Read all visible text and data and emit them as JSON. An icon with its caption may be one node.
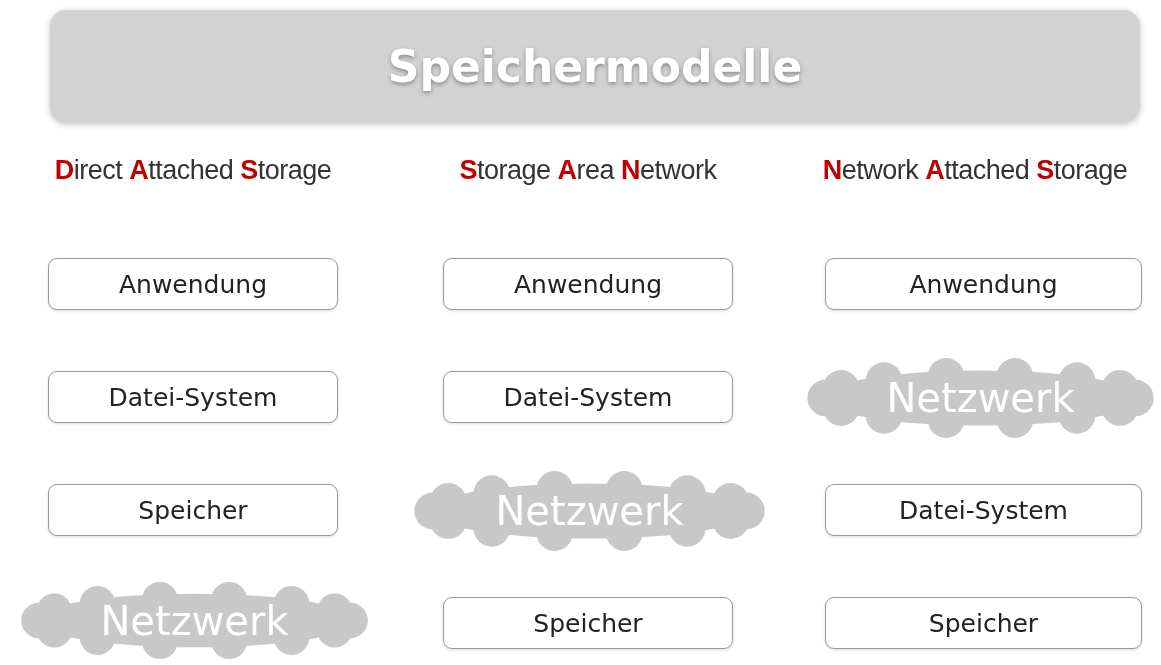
{
  "diagram": {
    "nodes": [
      {
        "text": [
          "Speichermodelle"
        ]
      },
      {
        "text": [
          "Anwendung"
        ]
      },
      {
        "text": [
          "Anwendung"
        ]
      },
      {
        "text": [
          "Anwendung"
        ]
      },
      {
        "text": [
          "Datei-System"
        ]
      },
      {
        "text": [
          "Datei-System"
        ]
      },
      {
        "text": [
          "Netzwerk"
        ]
      },
      {
        "text": [
          "Speicher"
        ]
      },
      {
        "text": [
          "Netzwerk"
        ]
      },
      {
        "text": [
          "Datei-System"
        ]
      },
      {
        "text": [
          "Netzwerk"
        ]
      },
      {
        "text": [
          "Speicher"
        ]
      },
      {
        "text": [
          "Speicher"
        ]
      }
    ],
    "edges": [],
    "labels": [
      "Direct Attached Storage",
      "Storage Area Network",
      "Network Attached Storage"
    ]
  }
}
